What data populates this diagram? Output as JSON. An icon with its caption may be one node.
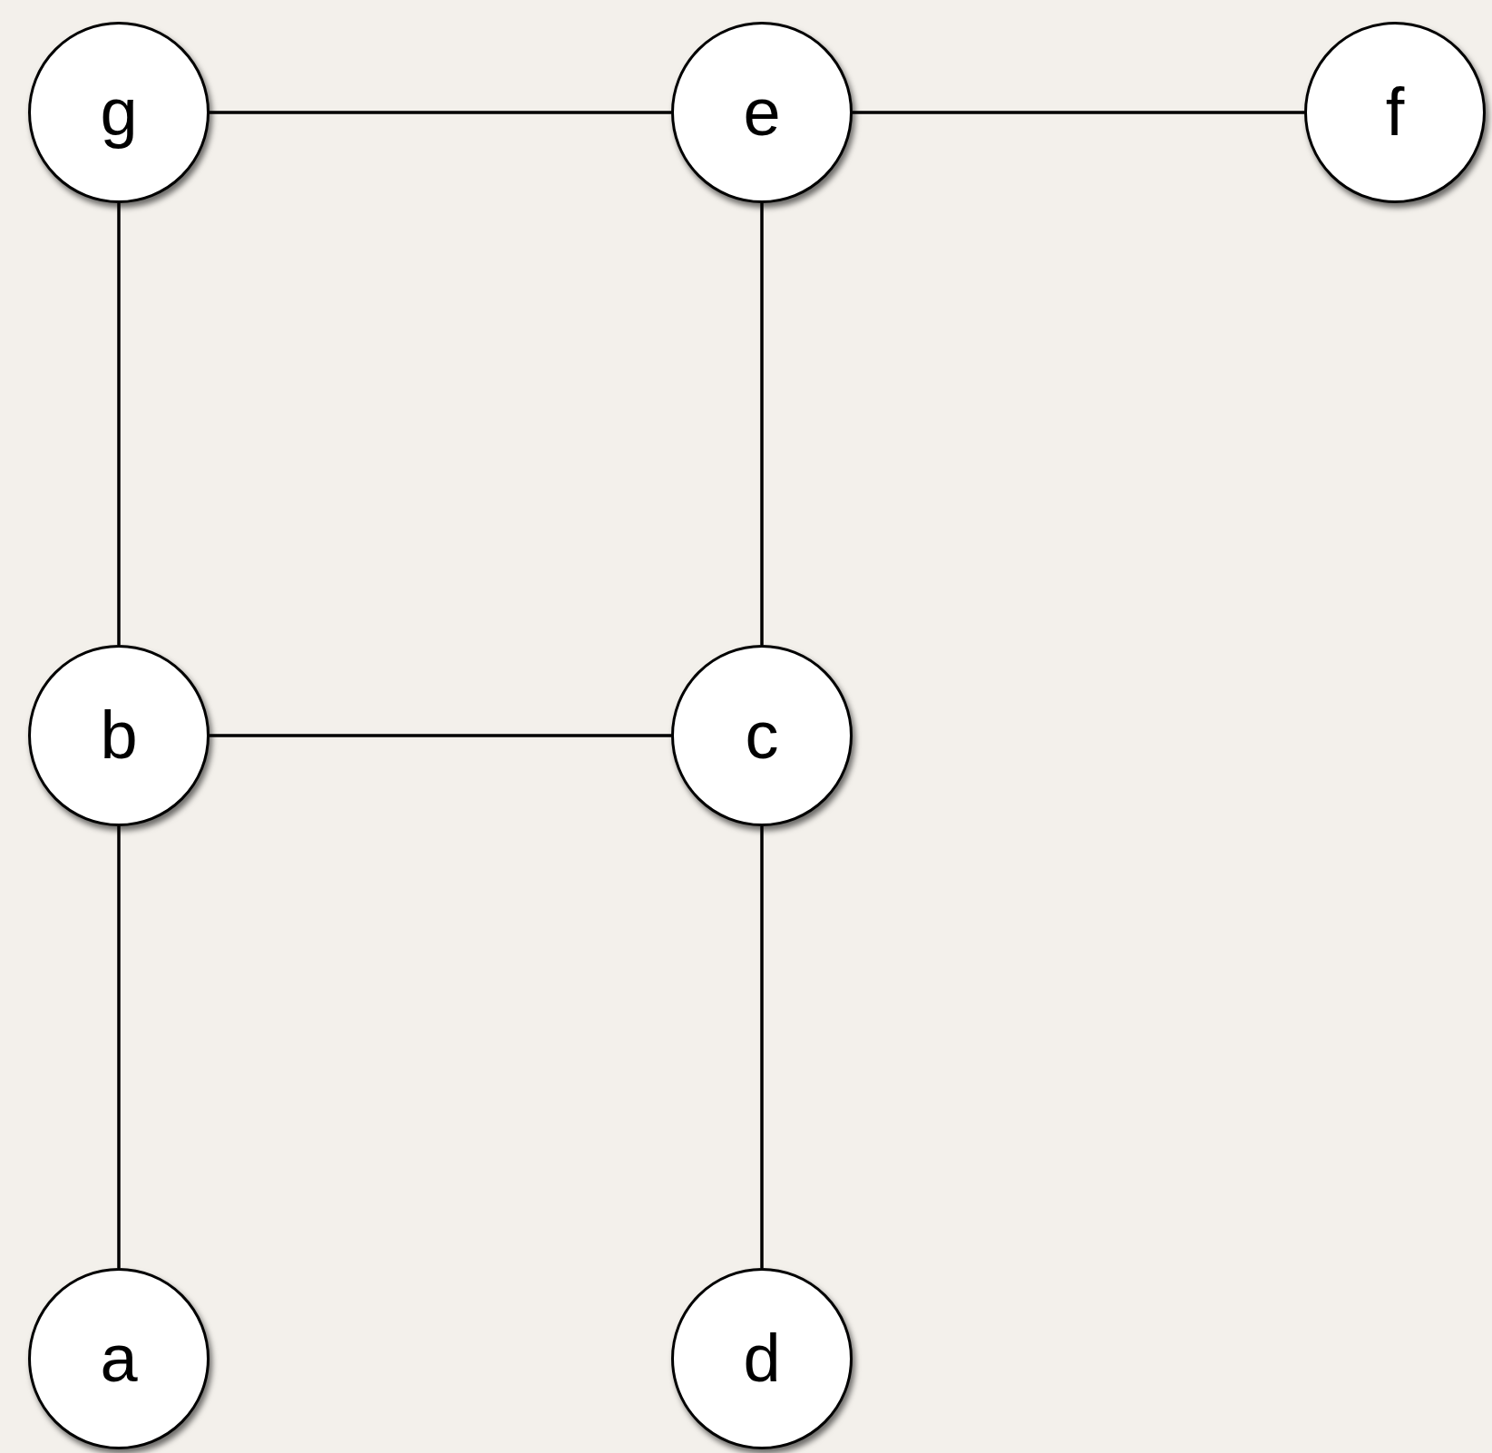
{
  "diagram": {
    "nodes": [
      {
        "text": [
          "g"
        ]
      },
      {
        "text": [
          "e"
        ]
      },
      {
        "text": [
          "f"
        ]
      },
      {
        "text": [
          "b"
        ]
      },
      {
        "text": [
          "c"
        ]
      },
      {
        "text": [
          "a"
        ]
      },
      {
        "text": [
          "d"
        ]
      }
    ],
    "edges": [
      {
        "from": 0,
        "to": 1,
        "arrow": "none"
      },
      {
        "from": 1,
        "to": 2,
        "arrow": "none"
      },
      {
        "from": 0,
        "to": 3,
        "arrow": "none"
      },
      {
        "from": 1,
        "to": 4,
        "arrow": "none"
      },
      {
        "from": 3,
        "to": 4,
        "arrow": "none"
      },
      {
        "from": 3,
        "to": 5,
        "arrow": "none"
      },
      {
        "from": 4,
        "to": 6,
        "arrow": "none"
      }
    ]
  }
}
